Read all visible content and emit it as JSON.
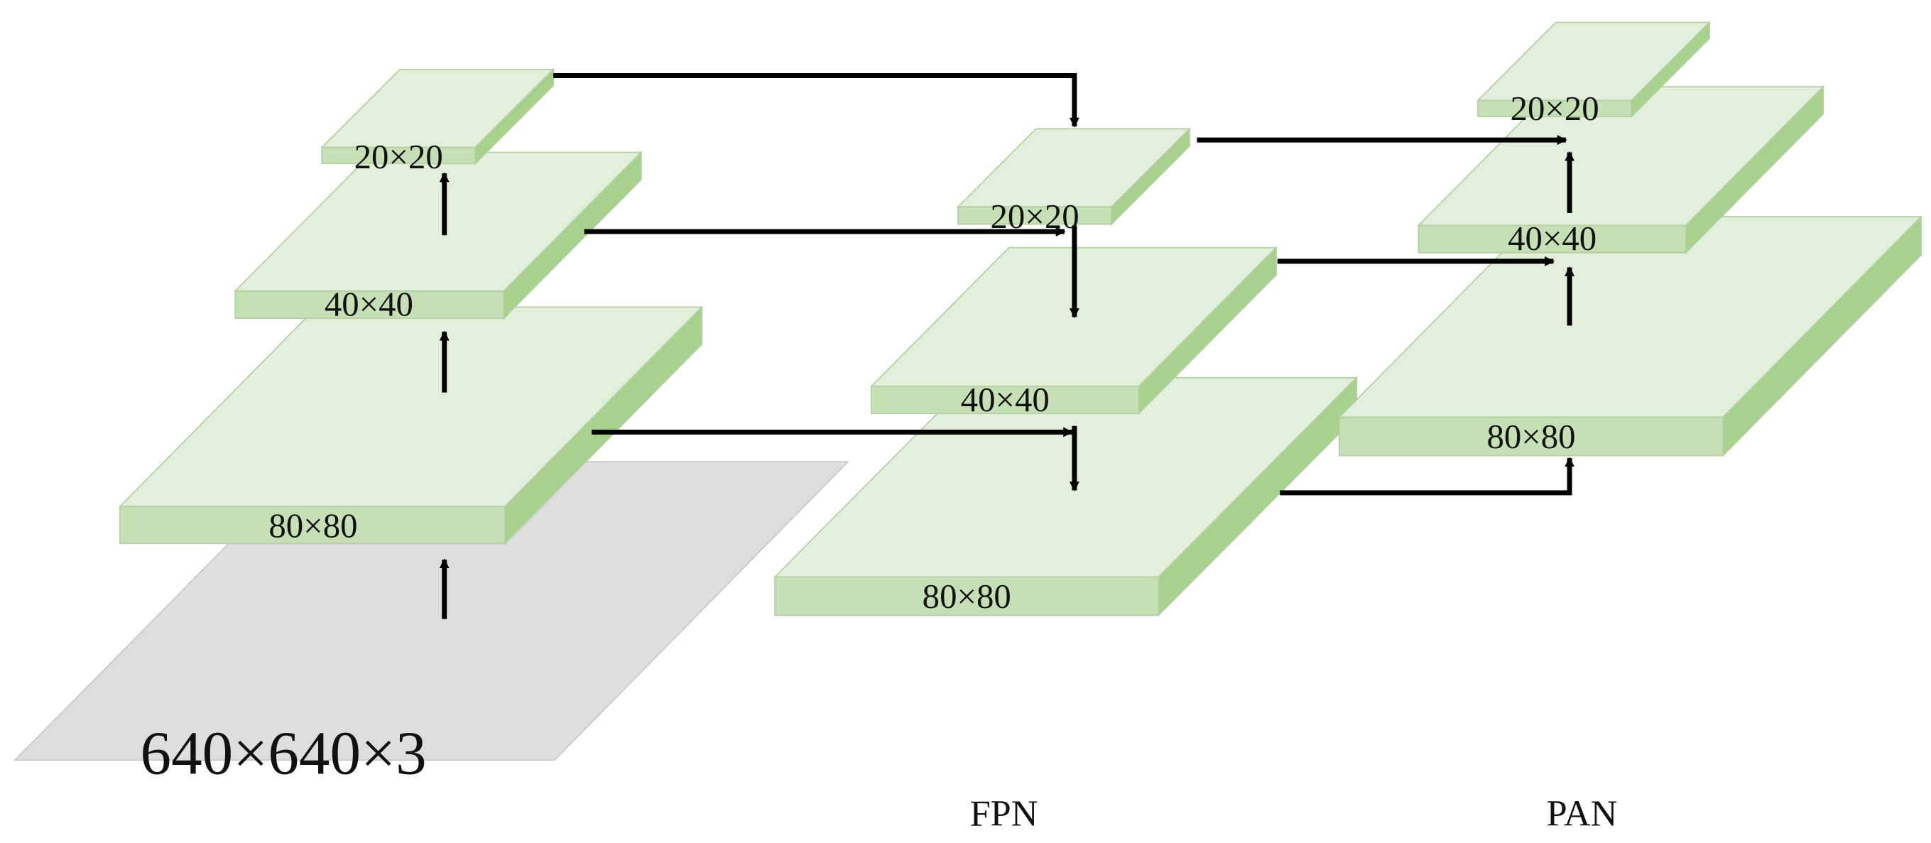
{
  "colors": {
    "block_top": "#e2efdb",
    "block_front": "#c5e0b5",
    "block_side": "#a9d18e",
    "block_edge": "#b3cfa3",
    "input_fill": "#dedede",
    "input_edge": "#c8c8c8",
    "arrow": "#000000"
  },
  "input": {
    "label": "640×640×3"
  },
  "backbone": {
    "small": {
      "label": "20×20"
    },
    "medium": {
      "label": "40×40"
    },
    "large": {
      "label": "80×80"
    }
  },
  "fpn": {
    "title": "FPN",
    "small": {
      "label": "20×20"
    },
    "medium": {
      "label": "40×40"
    },
    "large": {
      "label": "80×80"
    }
  },
  "pan": {
    "title": "PAN",
    "small": {
      "label": "20×20"
    },
    "medium": {
      "label": "40×40"
    },
    "large": {
      "label": "80×80"
    }
  }
}
